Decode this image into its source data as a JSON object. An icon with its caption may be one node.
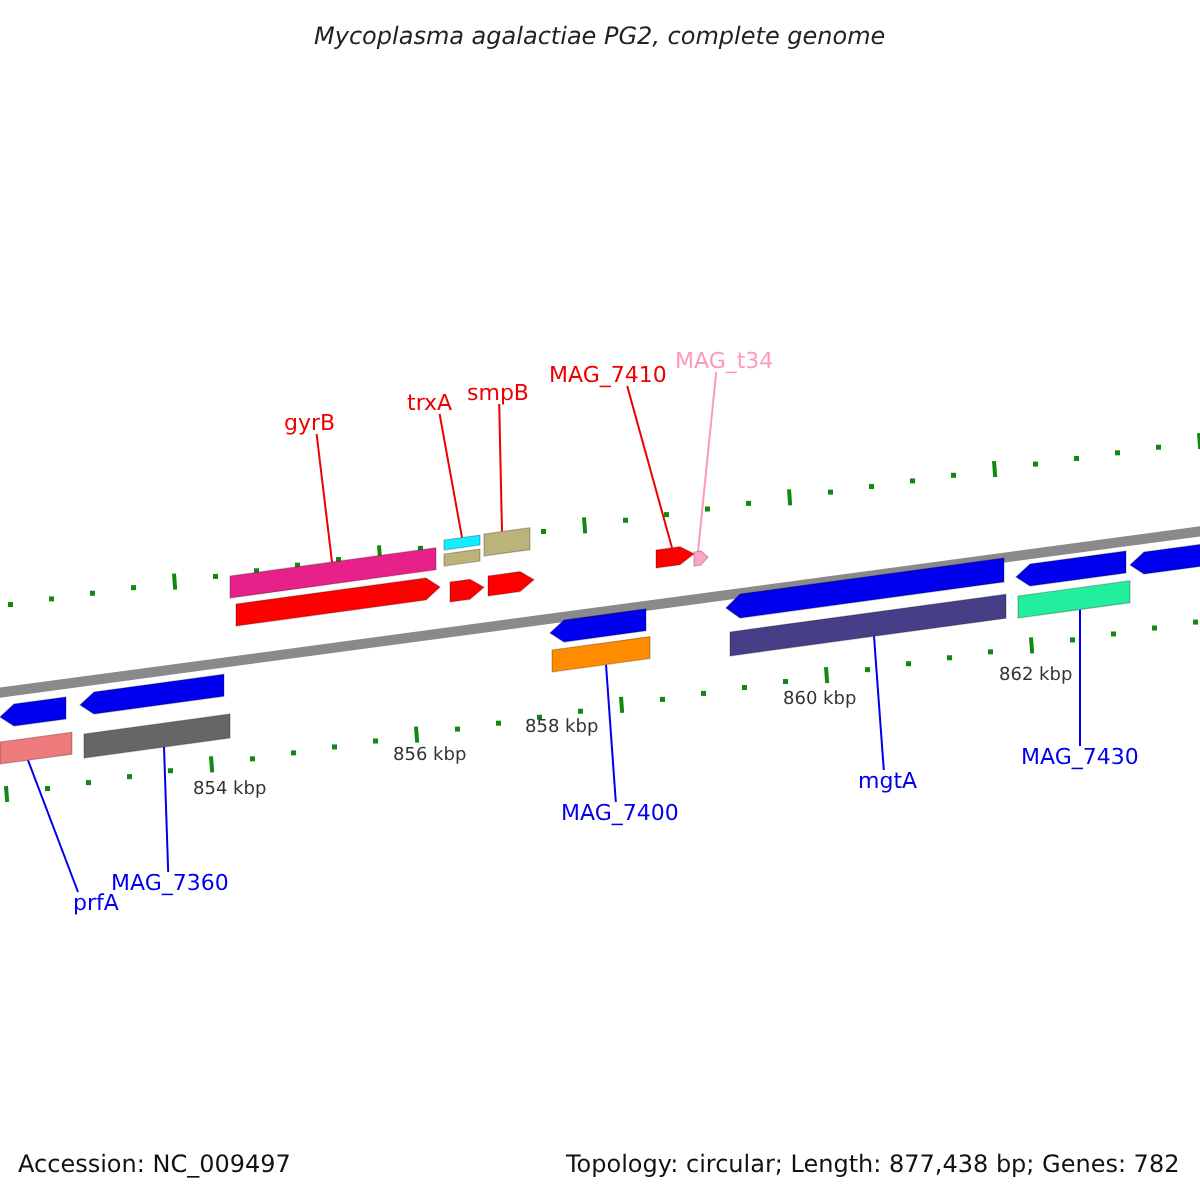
{
  "diagram": {
    "title": "Mycoplasma agalactiae PG2, complete genome",
    "nodes": [
      {
        "text": [
          "MAG_t34"
        ]
      },
      {
        "text": [
          "MAG_7410"
        ]
      },
      {
        "text": [
          "smpB"
        ]
      },
      {
        "text": [
          "trxA"
        ]
      },
      {
        "text": [
          "gyrB"
        ]
      },
      {
        "text": [
          "MAG_7430"
        ]
      },
      {
        "text": [
          "mgtA"
        ]
      },
      {
        "text": [
          "MAG_7400"
        ]
      },
      {
        "text": [
          "MAG_7360"
        ]
      },
      {
        "text": [
          "prfA"
        ]
      },
      {
        "text": [],
        "shape": "bar"
      },
      {
        "text": [],
        "shape": "pentagon"
      },
      {
        "text": [],
        "shape": "pentagon"
      },
      {
        "text": [],
        "shape": "bar"
      },
      {
        "text": [],
        "shape": "bar"
      },
      {
        "text": [],
        "shape": "pentagon"
      },
      {
        "text": [],
        "shape": "bar"
      },
      {
        "text": [],
        "shape": "bar"
      },
      {
        "text": [],
        "shape": "pentagon"
      },
      {
        "text": [],
        "shape": "bar"
      },
      {
        "text": [],
        "shape": "pentagon"
      },
      {
        "text": [],
        "shape": "pentagon"
      },
      {
        "text": [],
        "shape": "bar"
      },
      {
        "text": [],
        "shape": "pentagon"
      },
      {
        "text": [],
        "shape": "pentagon"
      },
      {
        "text": [],
        "shape": "pentagon"
      },
      {
        "text": [],
        "shape": "bar"
      },
      {
        "text": [],
        "shape": "pentagon"
      },
      {
        "text": [],
        "shape": "bar"
      },
      {
        "text": [],
        "shape": "pentagon"
      }
    ],
    "edges": [
      {
        "from": 0,
        "to": 24,
        "arrow": "none",
        "color": "#ff99bb"
      },
      {
        "from": 1,
        "to": 23,
        "arrow": "none",
        "color": "#ee0000"
      },
      {
        "from": 2,
        "to": 19,
        "arrow": "none",
        "color": "#ee0000"
      },
      {
        "from": 3,
        "to": 16,
        "arrow": "none",
        "color": "#ee0000"
      },
      {
        "from": 4,
        "to": 14,
        "arrow": "none",
        "color": "#ee0000"
      },
      {
        "from": 5,
        "to": 28,
        "arrow": "none"
      },
      {
        "from": 6,
        "to": 26,
        "arrow": "none"
      },
      {
        "from": 7,
        "to": 22,
        "arrow": "none"
      },
      {
        "from": 8,
        "to": 13,
        "arrow": "none"
      },
      {
        "from": 9,
        "to": 10,
        "arrow": "none"
      }
    ],
    "labels": [
      "854 kbp",
      "856 kbp",
      "858 kbp",
      "860 kbp",
      "862 kbp",
      "Accession: NC_009497",
      "Topology: circular; Length: 877,438 bp; Genes: 782"
    ]
  }
}
